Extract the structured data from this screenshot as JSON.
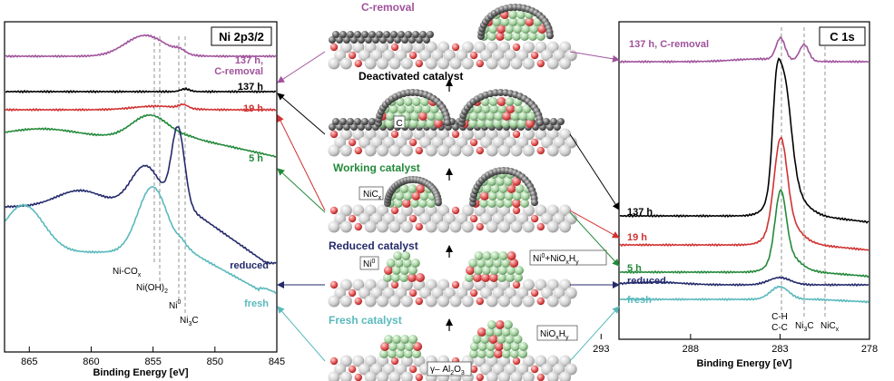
{
  "left_panel": {
    "title": "Ni 2p3/2",
    "xlabel": "Binding Energy [eV]",
    "xlim": [
      867,
      845
    ],
    "ticks": [
      865,
      860,
      855,
      850,
      845
    ],
    "curves": [
      {
        "label": "137 h,\nC-removal",
        "color": "#a0529c"
      },
      {
        "label": "137 h",
        "color": "#000000"
      },
      {
        "label": "19 h",
        "color": "#d13232"
      },
      {
        "label": "5 h",
        "color": "#23893a"
      },
      {
        "label": "reduced",
        "color": "#242a6b"
      },
      {
        "label": "fresh",
        "color": "#5ab9bd"
      }
    ],
    "peak_labels": [
      "Ni-CO",
      "Ni(OH)",
      "Ni",
      "Ni C"
    ],
    "peak_label_subs": [
      "x",
      "2",
      "0",
      "3"
    ]
  },
  "right_panel": {
    "title": "C 1s",
    "xlabel": "Binding Energy [eV]",
    "xlim": [
      292,
      278
    ],
    "ticks": [
      293,
      288,
      283,
      278
    ],
    "curves": [
      {
        "label": "137 h, C-removal",
        "color": "#a0529c"
      },
      {
        "label": "137 h",
        "color": "#000000"
      },
      {
        "label": "19 h",
        "color": "#d13232"
      },
      {
        "label": "5 h",
        "color": "#23893a"
      },
      {
        "label": "reduced",
        "color": "#242a6b"
      },
      {
        "label": "fresh",
        "color": "#5ab9bd"
      }
    ],
    "peak_labels": [
      "C-H",
      "C-C",
      "Ni C",
      "NiC"
    ],
    "peak_label_subs": [
      "",
      "",
      "3",
      "x"
    ]
  },
  "center": {
    "stages": [
      {
        "label": "C-removal",
        "color": "#a0529c"
      },
      {
        "label": "Deactivated catalyst",
        "color": "#000000"
      },
      {
        "label": "Working catalyst",
        "color": "#23893a"
      },
      {
        "label": "Reduced catalyst",
        "color": "#242a6b"
      },
      {
        "label": "Fresh catalyst",
        "color": "#5ab9bd"
      }
    ],
    "tags": {
      "carbon": "C",
      "nicx": "NiC",
      "nicx_sub": "x",
      "ni0": "Ni",
      "ni0_sup": "0",
      "ni0_nioxhz": "Ni",
      "ni0_nioxhz_rest": "+NiO",
      "nioxhz": "NiO",
      "support": "γ– Al",
      "support_sub1": "2",
      "support_mid": "O",
      "support_sub2": "3",
      "xsub": "x",
      "hsub": "y",
      "hlet": "H"
    }
  }
}
